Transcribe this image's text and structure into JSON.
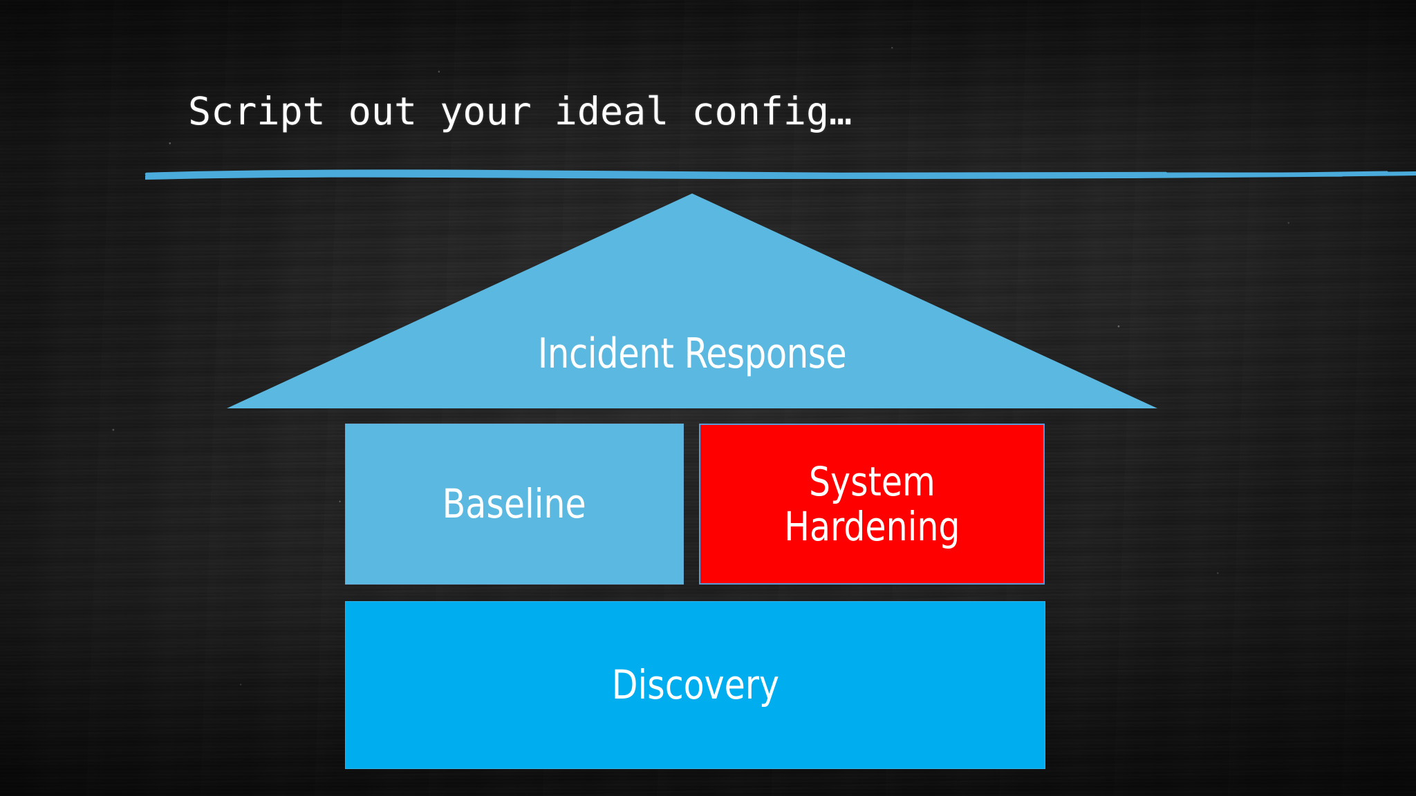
{
  "slide": {
    "title": "Script out your ideal config…",
    "background_color": "#191919",
    "title_color": "#ffffff",
    "underline_color": "#4BACDC"
  },
  "diagram": {
    "type": "house-pyramid",
    "roof": {
      "label": "Incident Response",
      "fill_color": "#5BB8E0",
      "text_color": "#ffffff"
    },
    "blocks": [
      {
        "label": "Baseline",
        "fill_color": "#5BB8E0",
        "border_color": "#6AA9CF",
        "text_color": "#ffffff",
        "row": 2,
        "column": 1
      },
      {
        "label": "System\nHardening",
        "fill_color": "#FF0000",
        "border_color": "#5B9BD5",
        "text_color": "#ffffff",
        "row": 2,
        "column": 2,
        "highlighted": "true"
      },
      {
        "label": "Discovery",
        "fill_color": "#00AEEF",
        "border_color": "#2FB3E8",
        "text_color": "#ffffff",
        "row": 3,
        "column": 1
      }
    ]
  }
}
